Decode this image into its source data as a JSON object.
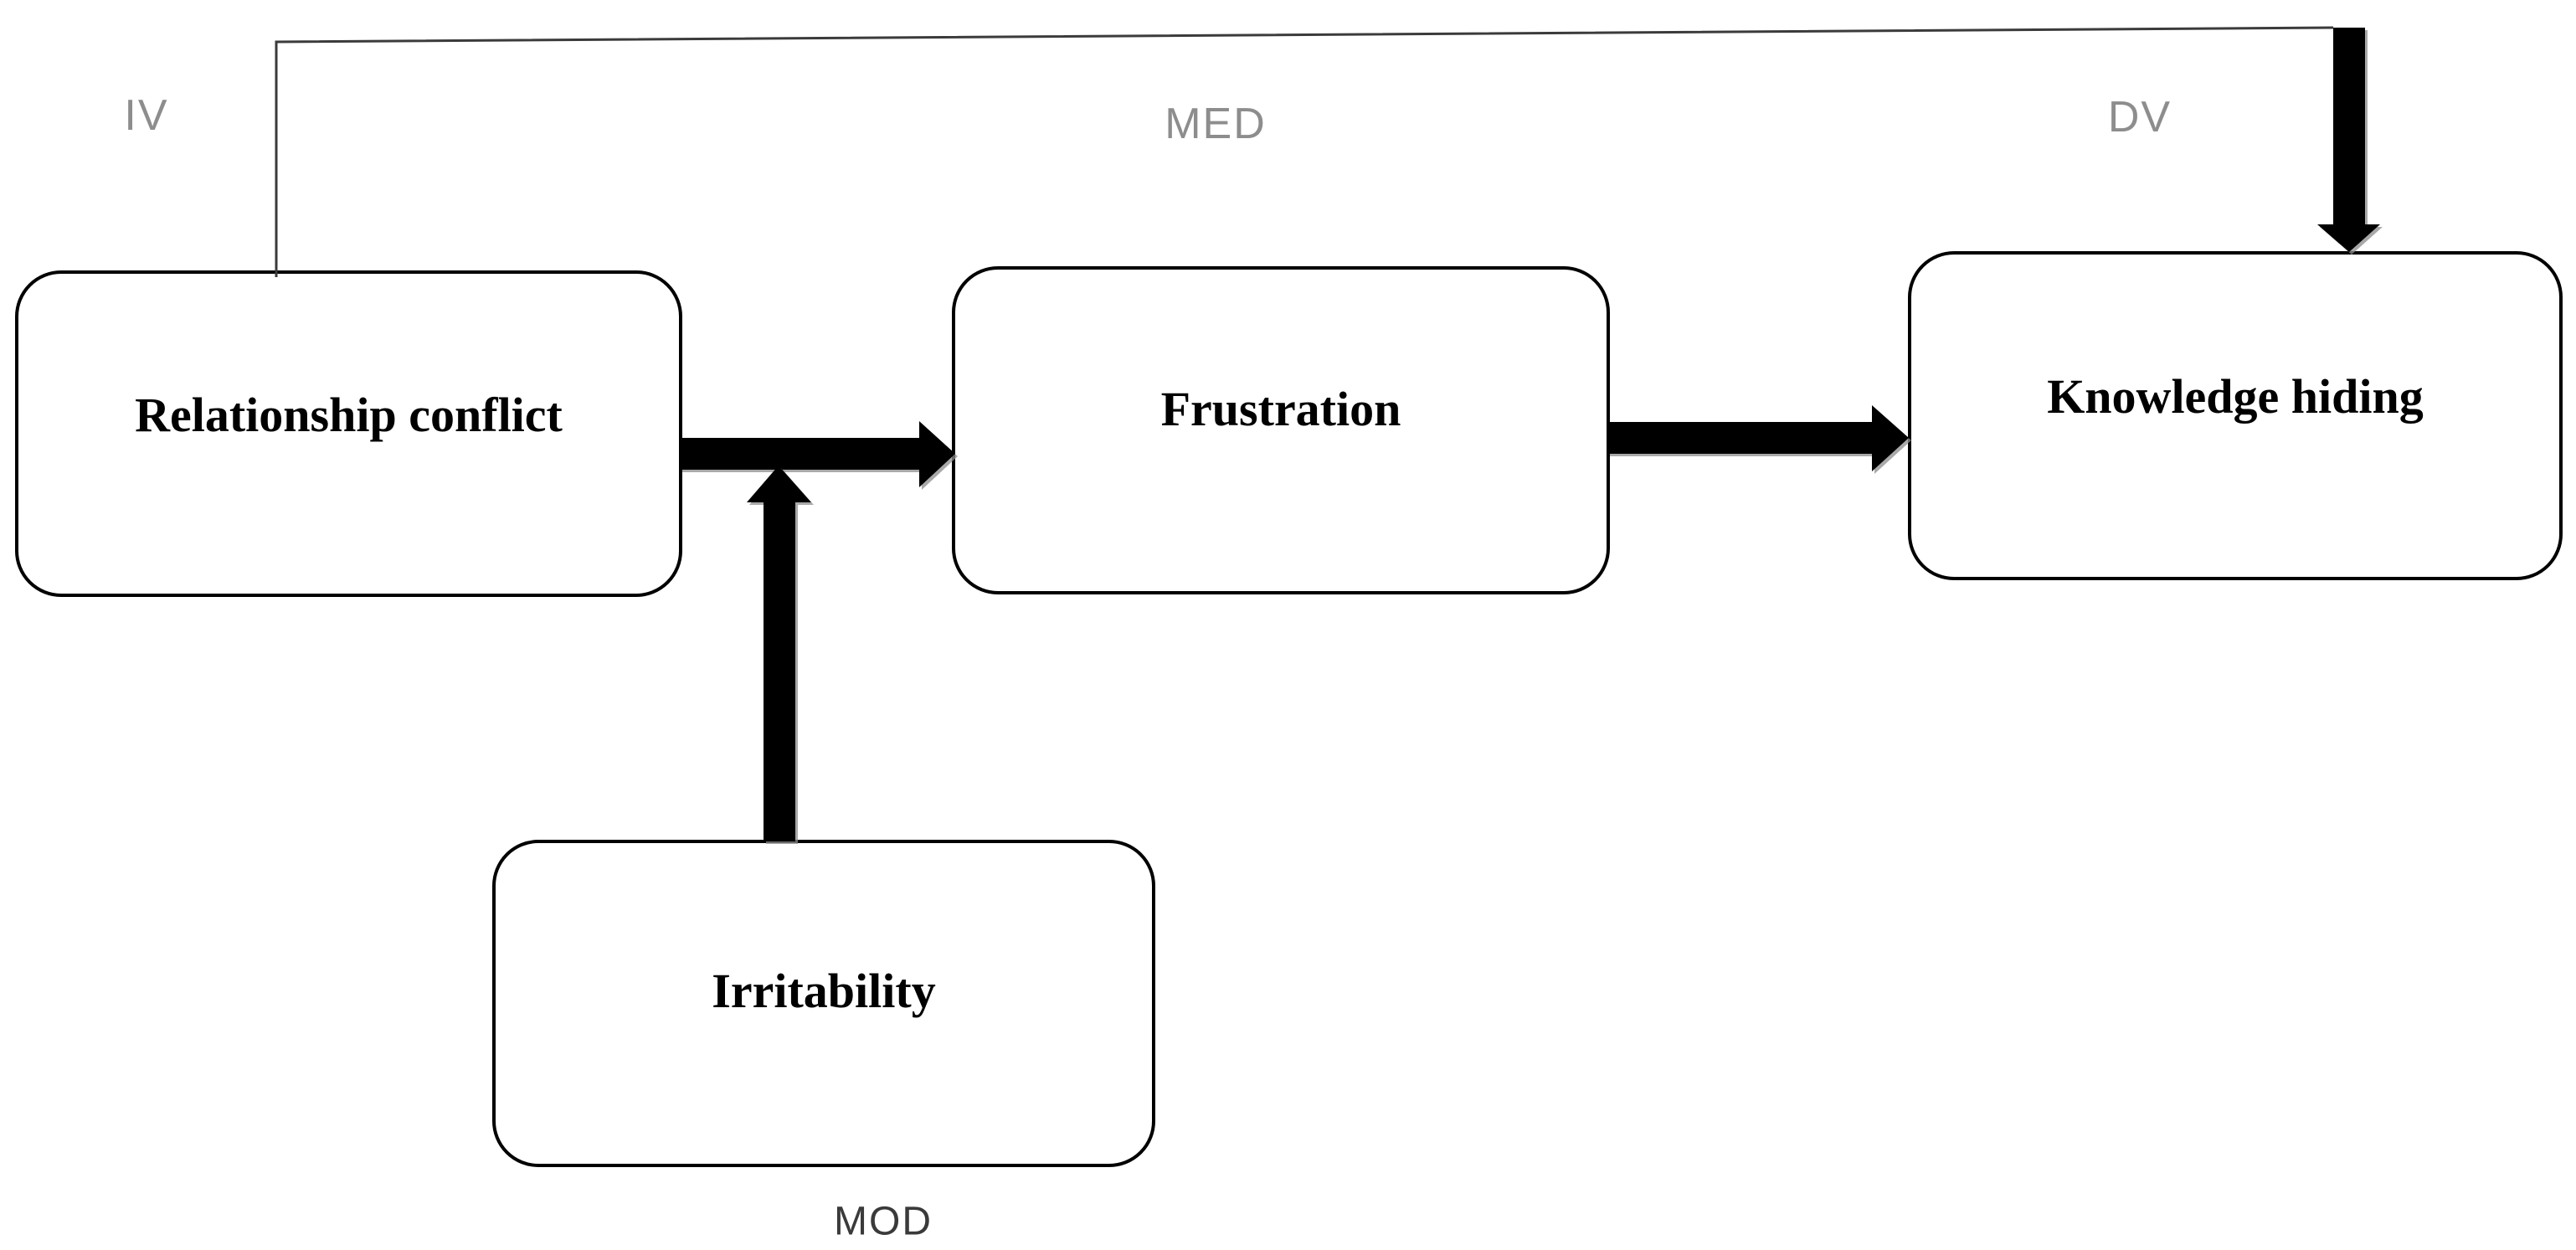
{
  "diagram": {
    "title_hint": "Moderated mediation model",
    "role_labels": {
      "iv": "IV",
      "med": "MED",
      "dv": "DV",
      "mod": "MOD"
    },
    "nodes": {
      "relationship_conflict": {
        "label": "Relationship conflict",
        "role": "IV"
      },
      "frustration": {
        "label": "Frustration",
        "role": "MED"
      },
      "knowledge_hiding": {
        "label": "Knowledge hiding",
        "role": "DV"
      },
      "irritability": {
        "label": "Irritability",
        "role": "MOD"
      }
    },
    "edges": [
      {
        "from": "relationship_conflict",
        "to": "frustration",
        "style": "thick-arrow"
      },
      {
        "from": "frustration",
        "to": "knowledge_hiding",
        "style": "thick-arrow"
      },
      {
        "from": "irritability",
        "to": "relationship_conflict->frustration path",
        "style": "thick-arrow-moderation"
      },
      {
        "from": "relationship_conflict",
        "to": "knowledge_hiding",
        "style": "thin-line-direct-effect-ending-in-thick-arrow"
      }
    ],
    "colors": {
      "background": "#ffffff",
      "box_fill": "#ffffff",
      "box_border": "#000000",
      "box_text": "#000000",
      "arrow": "#000000",
      "direct_line": "#3b3b3b",
      "role_label": "#8d8d8d",
      "mod_label": "#3a3a3a"
    }
  }
}
